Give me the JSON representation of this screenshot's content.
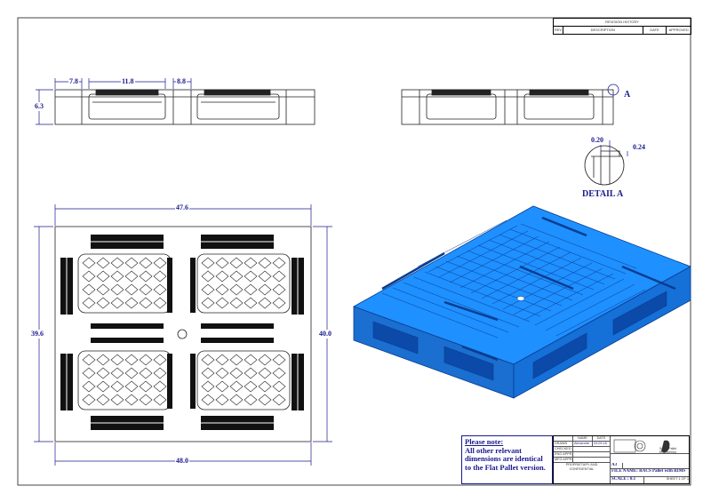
{
  "drawing": {
    "revision_table": {
      "title": "REVISION HISTORY",
      "columns": [
        "REV",
        "DESCRIPTION",
        "DATE",
        "APPROVED"
      ]
    },
    "side_view": {
      "dimensions": [
        "7.8",
        "11.8",
        "8.8",
        "6.3"
      ]
    },
    "end_view": {
      "callout": "A"
    },
    "detail": {
      "dims": [
        "0.20",
        "0.24"
      ],
      "label": "DETAIL A"
    },
    "top_view": {
      "dims": [
        "47.6",
        "39.6",
        "40.0",
        "48.0"
      ]
    },
    "note": {
      "title": "Please note:",
      "body": "All other relevant dimensions are identical to the Flat Pallet version."
    },
    "title_block": {
      "name_hdr": "NAME",
      "date_hdr": "DATE",
      "drawn": "DRAWN",
      "drawn_name": "Alexandre",
      "drawn_date": "03.09.18",
      "checked": "CHECKED",
      "eng_appr": "ENG APPR.",
      "mfg_appr": "MFG APPR.",
      "proprietary": "PROPRIETARY AND CONFIDENTIAL",
      "size_label": "A3",
      "file_name": "FILE NAME: RACS Pallet with RIMS",
      "scale": "SCALE : 0.1",
      "company": "Smart Pallet Engineering",
      "sheet": "SHEET 1 OF 1"
    },
    "colors": {
      "pallet_blue": "#1e90ff",
      "dim_blue": "#1a1a8c"
    }
  }
}
